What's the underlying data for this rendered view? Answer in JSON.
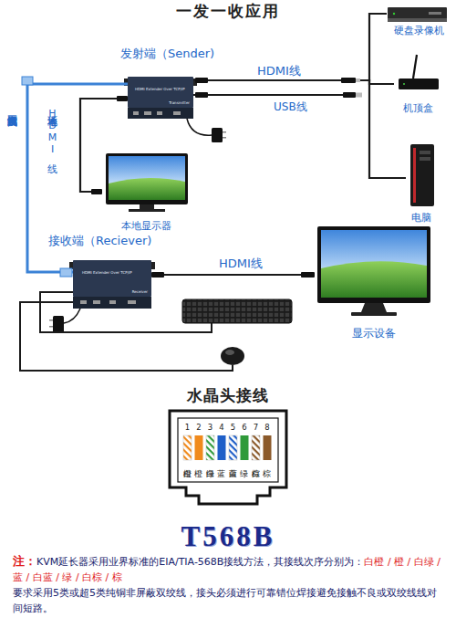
{
  "diagram": {
    "title": "一发一收应用",
    "nodes": [
      {
        "text": [
          "发射端（Sender)",
          "HDMI Extender Over TCP/IP",
          "Transmitter"
        ]
      },
      {
        "text": [
          "硬盘录像机"
        ]
      },
      {
        "text": [
          "机顶盒"
        ]
      },
      {
        "text": [
          "电脑"
        ]
      },
      {
        "text": [
          "本地显示器"
        ]
      },
      {
        "text": [
          "接收端（Reciever)",
          "HDMI Extender Over TCP/IP",
          "Receiver"
        ]
      },
      {
        "text": [
          "显示设备"
        ]
      }
    ],
    "edges": [
      {
        "from": 0,
        "to": 1,
        "arrow": "none"
      },
      {
        "from": 0,
        "to": 2,
        "label": "HDMI线",
        "arrow": "none"
      },
      {
        "from": 0,
        "to": 3,
        "arrow": "none"
      },
      {
        "from": 0,
        "to": 4,
        "label": "本地环通HDMI线",
        "arrow": "none"
      },
      {
        "from": 0,
        "to": 5,
        "label": "超五类或六类全纯铜网线",
        "arrow": "none"
      },
      {
        "from": 5,
        "to": 6,
        "label": "HDMI线",
        "arrow": "none"
      }
    ],
    "labels": [
      "USB线",
      "水晶头接线",
      "1",
      "2",
      "3",
      "4",
      "5",
      "6",
      "7",
      "8",
      "白橙",
      "橙",
      "白绿",
      "蓝",
      "白蓝",
      "绿",
      "白棕",
      "棕",
      "T568B",
      "注：",
      "KVM延长器采用业界标准的EIA/TIA-568B接线方法，其接线次序分别为：",
      "白橙 / 橙 / 白绿 / 蓝 / 白蓝 / 绿 / 白棕 / 棕",
      "要求采用5类或超5类纯铜非屏蔽双绞线，接头必须进行可靠错位焊接避免接触不良或双绞线线对间短路。"
    ]
  }
}
